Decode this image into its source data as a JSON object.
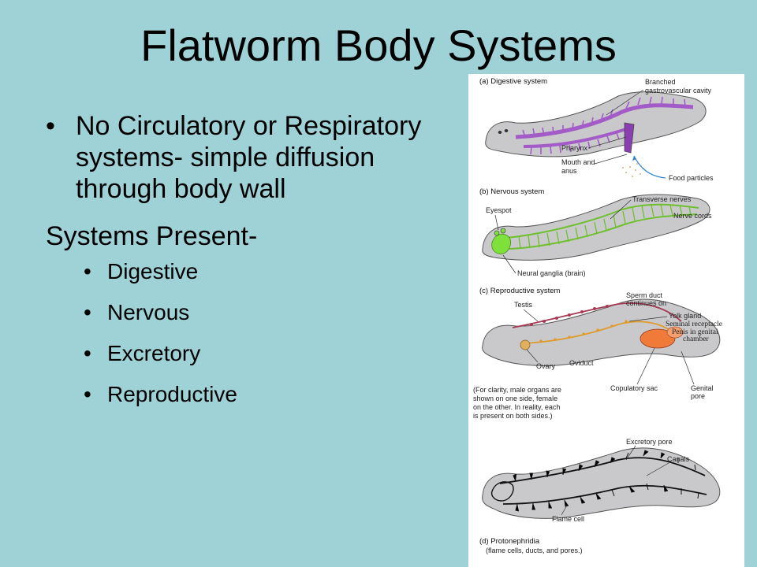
{
  "slide": {
    "title": "Flatworm Body Systems",
    "bullet_main": "No Circulatory or Respiratory systems- simple diffusion through body wall",
    "subheading": "Systems Present-",
    "systems": [
      "Digestive",
      "Nervous",
      "Excretory",
      "Reproductive"
    ],
    "bullet_char": "•",
    "colors": {
      "background": "#9fd2d6",
      "text": "#000000"
    }
  },
  "figure": {
    "panel_a": {
      "title": "(a) Digestive system",
      "labels": [
        "Branched",
        "gastrovascular cavity",
        "Pharynx",
        "Mouth and",
        "anus",
        "Food particles"
      ]
    },
    "panel_b": {
      "title": "(b) Nervous system",
      "labels": [
        "Transverse nerves",
        "Eyespot",
        "Nerve cords",
        "Neural ganglia (brain)"
      ]
    },
    "panel_c": {
      "title": "(c) Reproductive system",
      "labels": [
        "Testis",
        "Sperm duct",
        "continues on",
        "Yolk gland",
        "Seminal receptacle",
        "Penis in genital",
        "chamber",
        "Ovary",
        "Oviduct",
        "Copulatory sac",
        "Genital",
        "pore"
      ],
      "note": [
        "(For clarity, male organs are",
        "shown on one side, female",
        "on the other. In reality, each",
        "is present on both sides.)"
      ]
    },
    "panel_d": {
      "title": "(d) Protonephridia",
      "subtitle": "(flame cells, ducts, and pores.)",
      "labels": [
        "Excretory pore",
        "Canals",
        "Flame cell"
      ]
    },
    "colors": {
      "digestive": "#a35bc7",
      "nerves": "#6fbf2e",
      "eyespot_ganglia": "#7ee03a",
      "reproductive": "#a63a55",
      "ovary": "#e09a2a",
      "copulatory": "#f07a3a",
      "excretory": "#111111",
      "body": "#c9c9cc"
    }
  }
}
